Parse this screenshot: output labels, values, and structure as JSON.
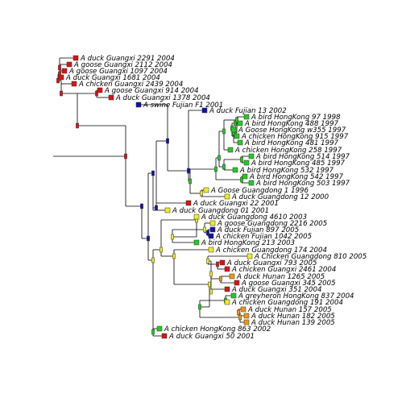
{
  "tree": {
    "colors": {
      "red": "#dd1111",
      "green": "#22cc22",
      "blue": "#1111aa",
      "yellow": "#eeee22",
      "orange": "#ee9911",
      "line": "#000000"
    },
    "taxa": [
      {
        "label": "A duck Guangxi 2291 2004",
        "color": "red"
      },
      {
        "label": "A goose Guangxi 2112 2004",
        "color": "red"
      },
      {
        "label": "A goose Guangxi 1097 2004",
        "color": "red"
      },
      {
        "label": "A duck Guangxi 1681 2004",
        "color": "red"
      },
      {
        "label": "A chicken Guangxi 2439 2004",
        "color": "red"
      },
      {
        "label": "A goose Guangxi 914 2004",
        "color": "red"
      },
      {
        "label": "A duck Guangxi 1378 2004",
        "color": "red"
      },
      {
        "label": "A swine Fujian F1 2001",
        "color": "blue"
      },
      {
        "label": "A duck Fujian 13 2002",
        "color": "blue"
      },
      {
        "label": "A bird HongKong 97 1998",
        "color": "green"
      },
      {
        "label": "A bird HongKong 488 1997",
        "color": "green"
      },
      {
        "label": "A Goose HongKong w355 1997",
        "color": "green"
      },
      {
        "label": "A chicken HongKong 915 1997",
        "color": "green"
      },
      {
        "label": "A bird HongKong 481 1997",
        "color": "green"
      },
      {
        "label": "A chicken HongKong 258 1997",
        "color": "green"
      },
      {
        "label": "A bird HongKong 514 1997",
        "color": "green"
      },
      {
        "label": "A bird HongKong 485 1997",
        "color": "green"
      },
      {
        "label": "A bird HongKong 532 1997",
        "color": "green"
      },
      {
        "label": "A bird HongKong 542 1997",
        "color": "green"
      },
      {
        "label": "A bird HongKong 503 1997",
        "color": "green"
      },
      {
        "label": "A Goose Guangdong 1 1996",
        "color": "yellow"
      },
      {
        "label": "A duck Guangdong 12 2000",
        "color": "yellow"
      },
      {
        "label": "A duck Guangxi 22 2001",
        "color": "red"
      },
      {
        "label": "A duck Guangdong 01 2001",
        "color": "yellow"
      },
      {
        "label": "A duck Guangdong 4610 2003",
        "color": "yellow"
      },
      {
        "label": "A goose Guangdong 2216 2005",
        "color": "yellow"
      },
      {
        "label": "A duck Fujian 897 2005",
        "color": "blue"
      },
      {
        "label": "A chicken Fujian 1042 2005",
        "color": "blue"
      },
      {
        "label": "A bird HongKong 213 2003",
        "color": "green"
      },
      {
        "label": "A chicken Guangdong 174 2004",
        "color": "yellow"
      },
      {
        "label": "A Chicken Guangdong 810 2005",
        "color": "yellow"
      },
      {
        "label": "A duck Guangxi 793 2005",
        "color": "red"
      },
      {
        "label": "A chicken Guangxi 2461 2004",
        "color": "red"
      },
      {
        "label": "A duck Hunan 1265 2005",
        "color": "orange"
      },
      {
        "label": "A goose Guangxi 345 2005",
        "color": "red"
      },
      {
        "label": "A duck Guangxi 351 2004",
        "color": "red"
      },
      {
        "label": "A greyheron HongKong 837 2004",
        "color": "green"
      },
      {
        "label": "A chicken Guangdong 191 2004",
        "color": "yellow"
      },
      {
        "label": "A duck Hunan 157 2005",
        "color": "orange"
      },
      {
        "label": "A duck Hunan 182 2005",
        "color": "orange"
      },
      {
        "label": "A duck Hunan 139 2005",
        "color": "orange"
      },
      {
        "label": "A chicken HongKong 863 2002",
        "color": "green"
      },
      {
        "label": "A duck Guangxi 50 2001",
        "color": "red"
      }
    ]
  }
}
